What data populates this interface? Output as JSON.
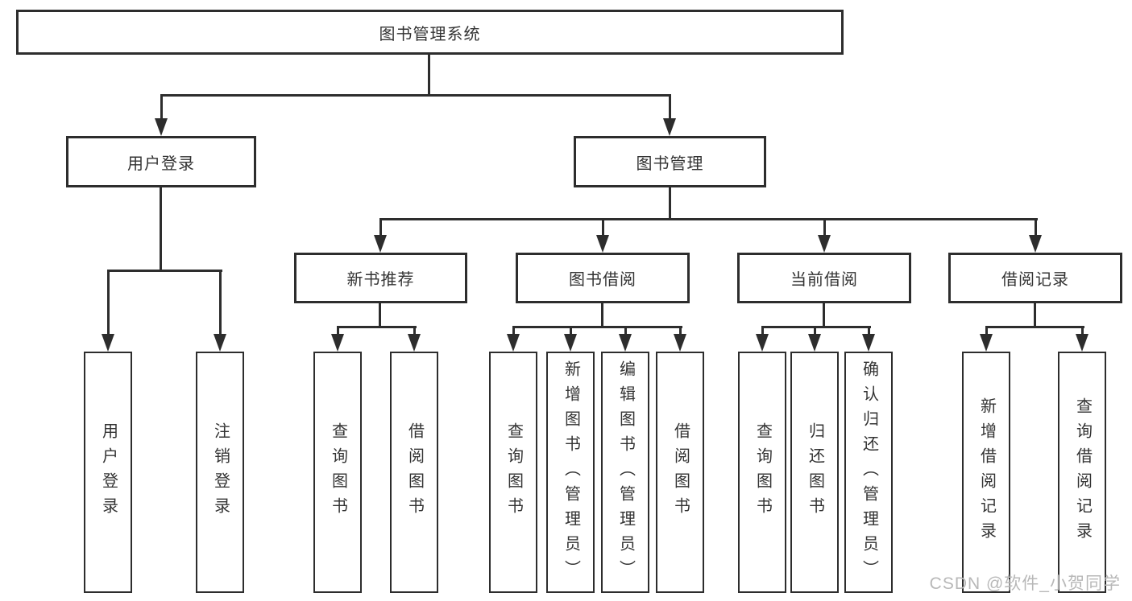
{
  "colors": {
    "line": "#2d2d2d",
    "text": "#333333",
    "background": "#ffffff",
    "watermark": "#b8b8b8"
  },
  "diagram": {
    "root": "图书管理系统",
    "branches": [
      {
        "label": "用户登录",
        "children": [
          "用户登录",
          "注销登录"
        ]
      },
      {
        "label": "图书管理",
        "children": [
          {
            "label": "新书推荐",
            "children": [
              "查询图书",
              "借阅图书"
            ]
          },
          {
            "label": "图书借阅",
            "children": [
              "查询图书",
              "新增图书（管理员）",
              "编辑图书（管理员）",
              "借阅图书"
            ]
          },
          {
            "label": "当前借阅",
            "children": [
              "查询图书",
              "归还图书",
              "确认归还（管理员）"
            ]
          },
          {
            "label": "借阅记录",
            "children": [
              "新增借阅记录",
              "查询借阅记录"
            ]
          }
        ]
      }
    ]
  },
  "watermark": "CSDN @软件_小贺同学"
}
